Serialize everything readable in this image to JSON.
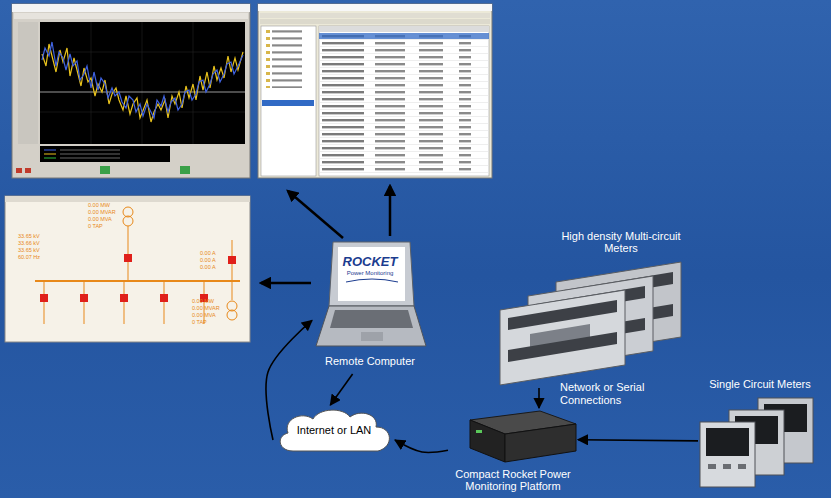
{
  "diagram": {
    "nodes": [
      {
        "text": [
          "ROCKET",
          "Power Monitoring",
          "Remote Computer"
        ]
      },
      {
        "text": [
          "Internet or LAN"
        ]
      },
      {
        "text": [
          "Compact Rocket Power Monitoring Platform"
        ]
      },
      {
        "text": [
          "High density Multi-circuit Meters"
        ]
      },
      {
        "text": [
          "Single Circuit Meters"
        ]
      }
    ],
    "edges": [
      {
        "from": 1,
        "to": 0,
        "arrow": "to"
      },
      {
        "from": 0,
        "to": 1,
        "arrow": "to"
      },
      {
        "from": 2,
        "to": 1,
        "arrow": "to"
      },
      {
        "from": 3,
        "to": 2,
        "arrow": "to"
      },
      {
        "from": 4,
        "to": 2,
        "arrow": "to"
      }
    ],
    "labels": [
      "Network or Serial Connections",
      "0.00 MW",
      "0.00 MVAR",
      "0.00 MVA",
      "0 TAP",
      "33.65 kV",
      "33.66 kV",
      "33.65 kV",
      "60.07 Hz",
      "0.00 A",
      "0.00 A",
      "0.00 A",
      "0.00 MW",
      "0.00 MVAR",
      "0.00 MVA",
      "0 TAP"
    ]
  }
}
